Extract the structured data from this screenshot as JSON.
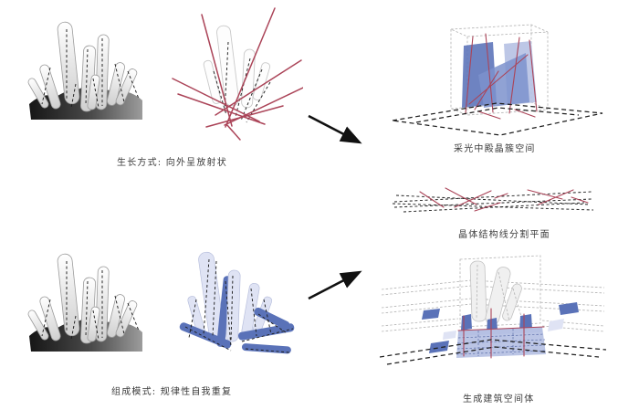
{
  "colors": {
    "background": "#ffffff",
    "red_line": "#ab4458",
    "blue_dark": "#5a72b8",
    "blue_mid": "#7d92cc",
    "blue_light": "#b7c2e4",
    "blue_pale": "#dfe3f4",
    "dash_black": "#1f1f1f",
    "gray_outline": "#b5b5b5",
    "arrow": "#111111",
    "text": "#3c3c3c"
  },
  "labels": {
    "growth_mode": "生长方式: 向外呈放射状",
    "composition_mode": "组成模式: 规律性自我重复",
    "crystal_space": "采光中殿晶簇空间",
    "plane_division": "晶体结构线分割平面",
    "building_volume": "生成建筑空间体"
  }
}
